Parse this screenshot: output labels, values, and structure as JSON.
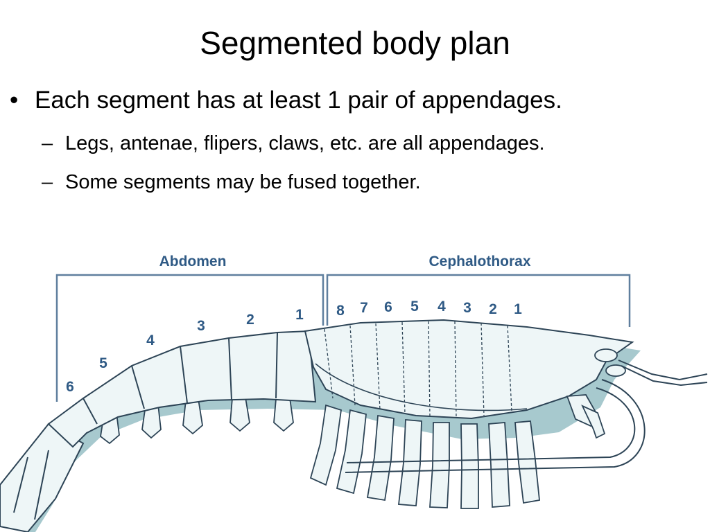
{
  "slide": {
    "title": "Segmented body plan",
    "bullet": "Each segment has at least 1 pair of appendages.",
    "sub_points": [
      "Legs, antenae, flipers, claws, etc. are all appendages.",
      "Some segments may be fused together."
    ]
  },
  "diagram": {
    "abdomen_label": "Abdomen",
    "cephalothorax_label": "Cephalothorax",
    "abdomen_segments": [
      "6",
      "5",
      "4",
      "3",
      "2",
      "1"
    ],
    "cephalothorax_segments": [
      "8",
      "7",
      "6",
      "5",
      "4",
      "3",
      "2",
      "1"
    ],
    "colors": {
      "label": "#2f5a85",
      "bracket": "#5f7f9e",
      "body_fill": "#eef6f7",
      "outline": "#2d4456",
      "shadow": "#a7c9ce"
    }
  }
}
